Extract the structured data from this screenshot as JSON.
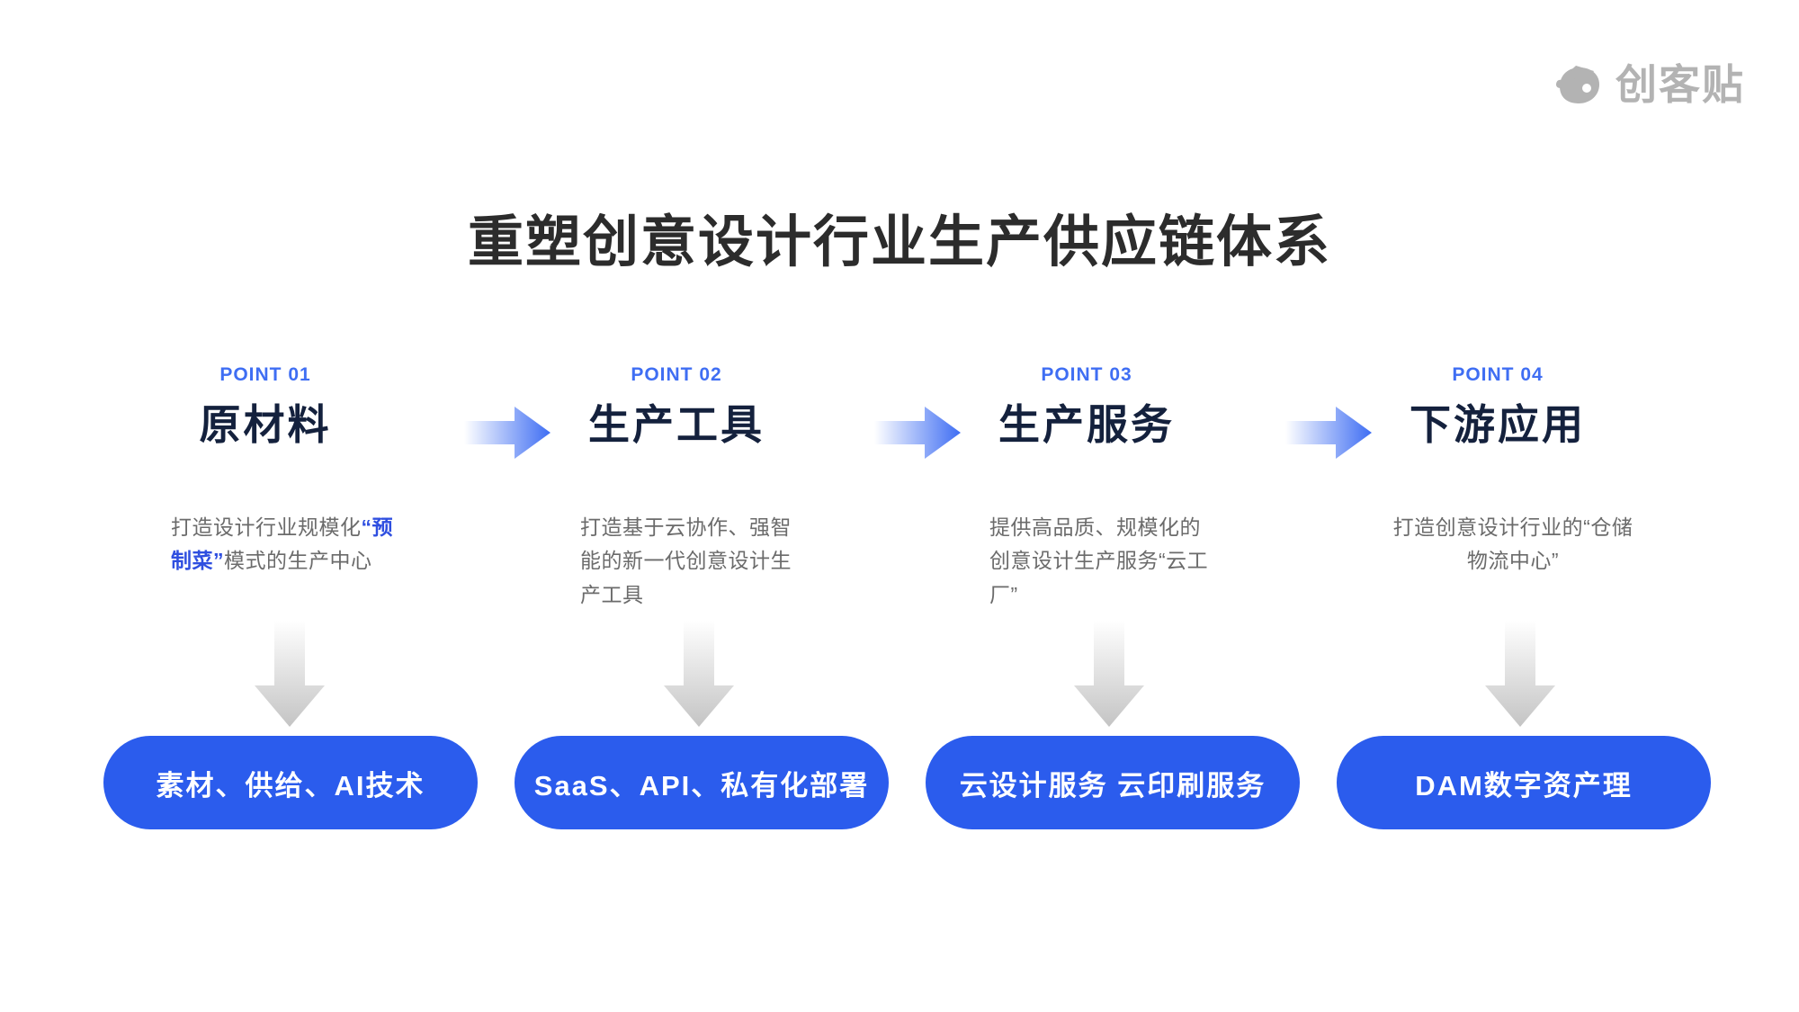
{
  "brand": {
    "name": "创客贴",
    "mark_icon": "chuangkit-logo-icon",
    "color": "#b3b3b3"
  },
  "title": "重塑创意设计行业生产供应链体系",
  "theme": {
    "accent_blue": "#3f6ef3",
    "pill_blue": "#2b5ced",
    "heading_navy": "#14213d",
    "body_gray": "#6b6b6b",
    "highlight_blue": "#2f4fe0",
    "arrow_gray_top": "#ffffff",
    "arrow_gray_bottom": "#c9c9c9"
  },
  "columns": [
    {
      "point": "POINT 01",
      "heading": "原材料",
      "desc_pre": "打造设计行业规模化",
      "desc_highlight": "“预制菜”",
      "desc_post": "模式的生产中心",
      "desc_full": "打造设计行业规模化“预制菜”模式的生产中心",
      "desc_align": "left",
      "pill": "素材、供给、AI技术"
    },
    {
      "point": "POINT 02",
      "heading": "生产工具",
      "desc_full": "打造基于云协作、强智能的新一代创意设计生产工具",
      "desc_align": "left",
      "pill": "SaaS、API、私有化部署"
    },
    {
      "point": "POINT 03",
      "heading": "生产服务",
      "desc_full": "提供高品质、规模化的创意设计生产服务“云工厂”",
      "desc_align": "left",
      "pill": "云设计服务   云印刷服务"
    },
    {
      "point": "POINT 04",
      "heading": "下游应用",
      "desc_full": "打造创意设计行业的“仓储物流中心”",
      "desc_align": "center",
      "pill": "DAM数字资产理"
    }
  ],
  "connectors": {
    "horizontal_arrow_icon": "arrow-right-icon",
    "vertical_arrow_icon": "arrow-down-icon",
    "horizontal_count": 3,
    "vertical_count": 4
  }
}
